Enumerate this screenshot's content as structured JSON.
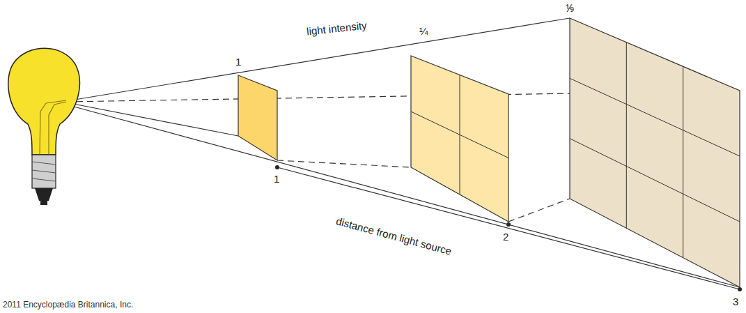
{
  "diagram": {
    "labels": [
      "light intensity",
      "1",
      "¼",
      "⅑",
      "1",
      "2",
      "3",
      "distance from light source",
      "2011 Encyclopædia Britannica, Inc."
    ]
  }
}
